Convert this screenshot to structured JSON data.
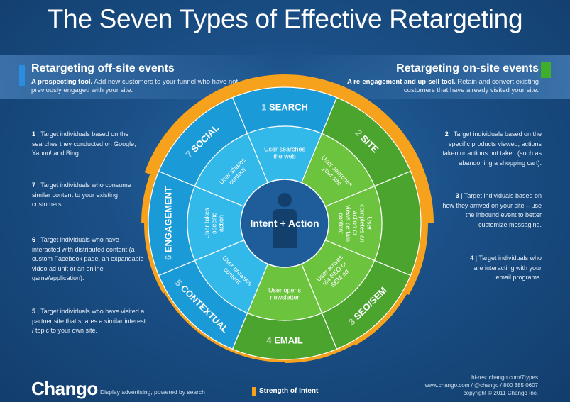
{
  "title": "The Seven Types of Effective Retargeting",
  "offsite": {
    "heading": "Retargeting off-site events",
    "lead": "A prospecting tool.",
    "body": " Add new customers to your funnel who have not previously engaged with your site."
  },
  "onsite": {
    "heading": "Retargeting on-site events",
    "lead": "A re-engagement and up-sell tool.",
    "body": " Retain and convert existing customers that have already visited your site."
  },
  "notes": {
    "n1": {
      "num": "1",
      "text": " | Target individuals based on the searches they conducted on Google, Yahoo! and Bing."
    },
    "n7": {
      "num": "7",
      "text": " | Target individuals who consume similar content to your existing customers."
    },
    "n6": {
      "num": "6",
      "text": " | Target individuals who have interacted with distributed content (a custom Facebook page, an expandable video ad unit or an online game/application)."
    },
    "n5": {
      "num": "5",
      "text": " | Target individuals who have visited a partner site that shares a similar interest / topic to your own site."
    },
    "n2": {
      "num": "2",
      "text": " | Target individuals based on the specific products viewed, actions taken or actions not taken (such as abandoning a shopping cart)."
    },
    "n3": {
      "num": "3",
      "text": " | Target individuals based on how they arrived on your site – use the inbound event to better customize messaging."
    },
    "n4": {
      "num": "4",
      "text": " | Target individuals who are interacting with your email programs."
    }
  },
  "wheel": {
    "center_label": "Intent + Action",
    "segments": [
      {
        "num": "1",
        "name": "SEARCH",
        "action": "User searches the web",
        "side": "off",
        "color": "#1b9ad8",
        "inner": "#33b8ea"
      },
      {
        "num": "2",
        "name": "SITE",
        "action": "User searches your site",
        "side": "on",
        "color": "#4aa42e",
        "inner": "#6cc33e"
      },
      {
        "num": "",
        "name": "",
        "action": "User completes an action or views certain content",
        "side": "on",
        "color": "#4aa42e",
        "inner": "#6cc33e"
      },
      {
        "num": "3",
        "name": "SEO/SEM",
        "action": "User arrives via SEO or SEM ad",
        "side": "on",
        "color": "#4aa42e",
        "inner": "#6cc33e"
      },
      {
        "num": "4",
        "name": "EMAIL",
        "action": "User opens newsletter",
        "side": "on",
        "color": "#4aa42e",
        "inner": "#6cc33e"
      },
      {
        "num": "5",
        "name": "CONTEXTUAL",
        "action": "User browses content",
        "side": "off",
        "color": "#1b9ad8",
        "inner": "#33b8ea"
      },
      {
        "num": "6",
        "name": "ENGAGEMENT",
        "action": "User takes specific action",
        "side": "off",
        "color": "#1b9ad8",
        "inner": "#33b8ea"
      },
      {
        "num": "7",
        "name": "SOCIAL",
        "action": "User shares content",
        "side": "off",
        "color": "#1b9ad8",
        "inner": "#33b8ea"
      }
    ],
    "accent": "#f7a21c"
  },
  "footer": {
    "logo": "Chango",
    "tagline": "Display advertising, powered by search",
    "legend": "Strength of Intent",
    "hires": "hi-res: chango.com/7types",
    "contact": "www.chango.com  /  @chango  /  800 385 0607",
    "copyright": "copyright © 2011 Chango Inc."
  }
}
